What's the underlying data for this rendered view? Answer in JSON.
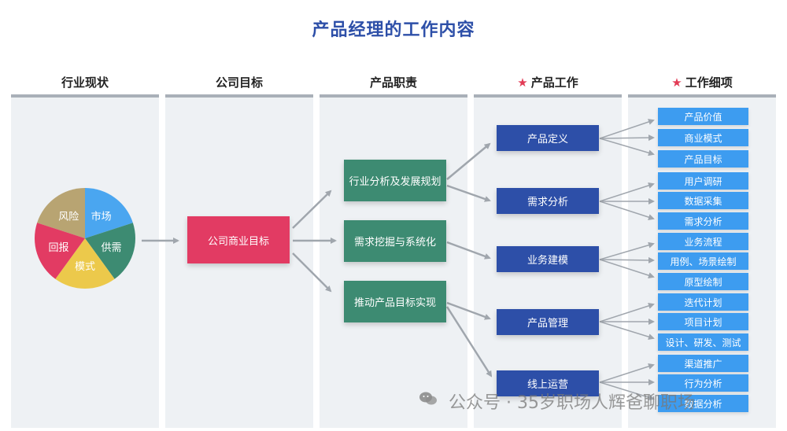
{
  "title": "产品经理的工作内容",
  "columns": [
    {
      "label": "行业现状",
      "starred": false
    },
    {
      "label": "公司目标",
      "starred": false
    },
    {
      "label": "产品职责",
      "starred": false
    },
    {
      "label": "产品工作",
      "starred": true
    },
    {
      "label": "工作细项",
      "starred": true
    }
  ],
  "star_symbol": "★",
  "pie": [
    {
      "label": "风险",
      "color": "#b8a472"
    },
    {
      "label": "市场",
      "color": "#4aa6f0"
    },
    {
      "label": "供需",
      "color": "#3d8b72"
    },
    {
      "label": "模式",
      "color": "#ecc94b"
    },
    {
      "label": "回报",
      "color": "#e23b63"
    }
  ],
  "company_goal": "公司商业目标",
  "responsibilities": [
    "行业分析及发展规划",
    "需求挖掘与系统化",
    "推动产品目标实现"
  ],
  "work": [
    "产品定义",
    "需求分析",
    "业务建模",
    "产品管理",
    "线上运营"
  ],
  "details": [
    "产品价值",
    "商业模式",
    "产品目标",
    "用户调研",
    "数据采集",
    "需求分析",
    "业务流程",
    "用例、场景绘制",
    "原型绘制",
    "迭代计划",
    "项目计划",
    "设计、研发、测试",
    "渠道推广",
    "行为分析",
    "数据分析"
  ],
  "watermark": "公众号 · 35岁职场人辉爸聊职场",
  "colors": {
    "title": "#2d4fa8",
    "red": "#e23b63",
    "green": "#3d8b72",
    "navy": "#2d4fa8",
    "leaf": "#3d9cf0",
    "arrow": "#a0a6ad"
  }
}
